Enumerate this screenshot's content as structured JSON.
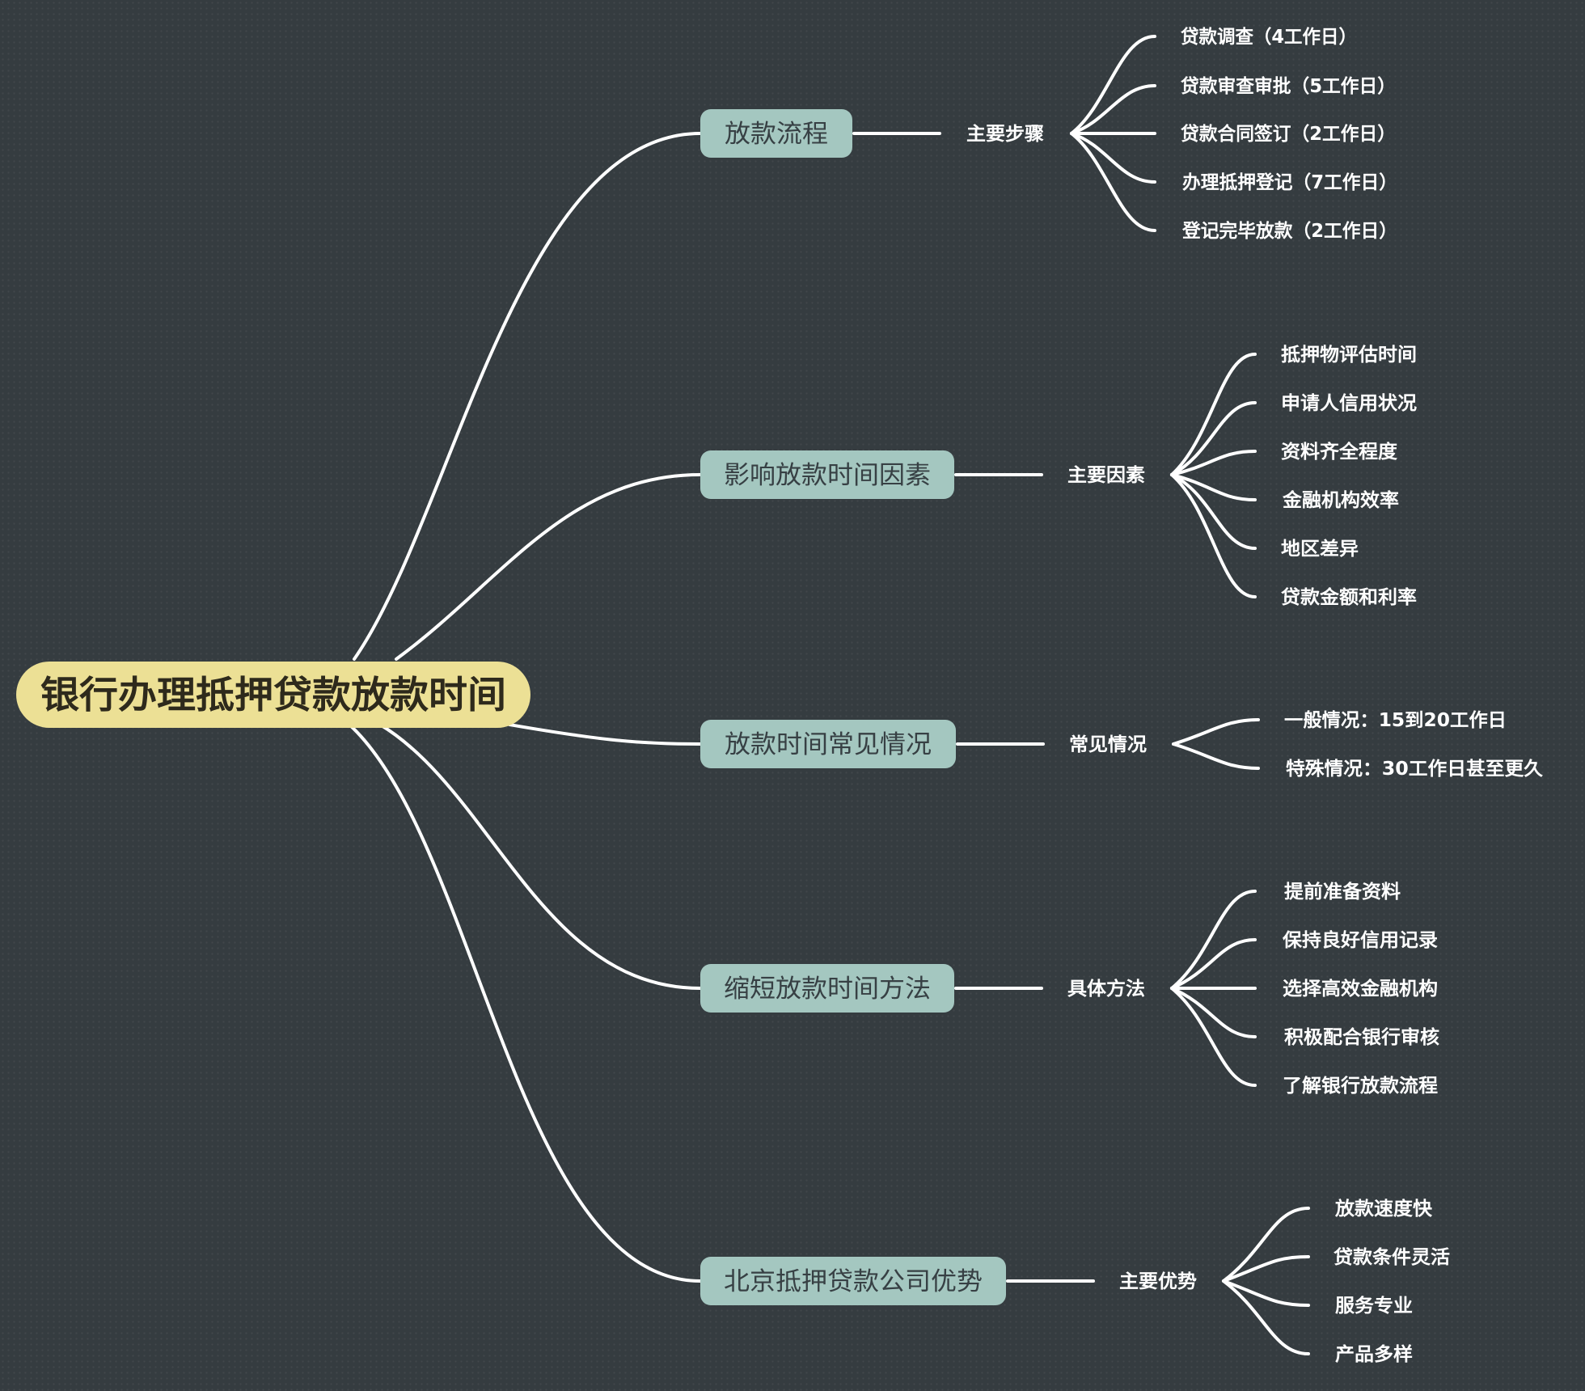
{
  "root": {
    "label": "银行办理抵押贷款放款时间"
  },
  "branches": [
    {
      "label": "放款流程",
      "group": "主要步骤",
      "items": [
        "贷款调查（4工作日）",
        "贷款审查审批（5工作日）",
        "贷款合同签订（2工作日）",
        "办理抵押登记（7工作日）",
        "登记完毕放款（2工作日）"
      ]
    },
    {
      "label": "影响放款时间因素",
      "group": "主要因素",
      "items": [
        "抵押物评估时间",
        "申请人信用状况",
        "资料齐全程度",
        "金融机构效率",
        "地区差异",
        "贷款金额和利率"
      ]
    },
    {
      "label": "放款时间常见情况",
      "group": "常见情况",
      "items": [
        "一般情况：15到20工作日",
        "特殊情况：30工作日甚至更久"
      ]
    },
    {
      "label": "缩短放款时间方法",
      "group": "具体方法",
      "items": [
        "提前准备资料",
        "保持良好信用记录",
        "选择高效金融机构",
        "积极配合银行审核",
        "了解银行放款流程"
      ]
    },
    {
      "label": "北京抵押贷款公司优势",
      "group": "主要优势",
      "items": [
        "放款速度快",
        "贷款条件灵活",
        "服务专业",
        "产品多样"
      ]
    }
  ],
  "colors": {
    "background": "#353c40",
    "root_fill": "#ece095",
    "branch_fill": "#a4c7c0",
    "connector": "#ffffff"
  }
}
